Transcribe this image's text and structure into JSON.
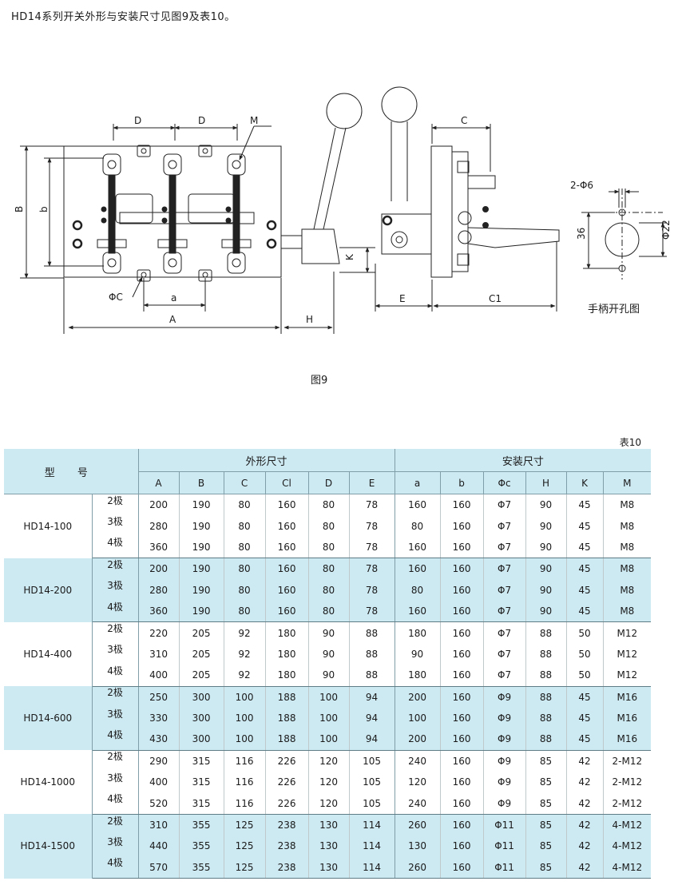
{
  "intro_text": "HD14系列开关外形与安装尺寸见图9及表10。",
  "figure": {
    "caption": "图9",
    "dims": {
      "D1": "D",
      "D2": "D",
      "M": "M",
      "B": "B",
      "b": "b",
      "phiC": "ΦC",
      "a": "a",
      "A": "A",
      "H": "H",
      "K": "K",
      "C": "C",
      "E": "E",
      "C1": "C1"
    },
    "hole_view": {
      "label": "手柄开孔图",
      "dim_holes": "2-Φ6",
      "dim_36": "36",
      "dim_phi22": "Φ22"
    }
  },
  "table": {
    "caption": "表10",
    "model_header": "型 号",
    "group1": "外形尺寸",
    "group2": "安装尺寸",
    "columns": [
      "A",
      "B",
      "C",
      "Cl",
      "D",
      "E",
      "a",
      "b",
      "Φc",
      "H",
      "K",
      "M"
    ],
    "models": [
      {
        "name": "HD14-100",
        "rows": [
          {
            "pole": "2极",
            "values": [
              "200",
              "190",
              "80",
              "160",
              "80",
              "78",
              "160",
              "160",
              "Φ7",
              "90",
              "45",
              "M8"
            ]
          },
          {
            "pole": "3极",
            "values": [
              "280",
              "190",
              "80",
              "160",
              "80",
              "78",
              "80",
              "160",
              "Φ7",
              "90",
              "45",
              "M8"
            ]
          },
          {
            "pole": "4极",
            "values": [
              "360",
              "190",
              "80",
              "160",
              "80",
              "78",
              "160",
              "160",
              "Φ7",
              "90",
              "45",
              "M8"
            ]
          }
        ]
      },
      {
        "name": "HD14-200",
        "rows": [
          {
            "pole": "2极",
            "values": [
              "200",
              "190",
              "80",
              "160",
              "80",
              "78",
              "160",
              "160",
              "Φ7",
              "90",
              "45",
              "M8"
            ]
          },
          {
            "pole": "3极",
            "values": [
              "280",
              "190",
              "80",
              "160",
              "80",
              "78",
              "80",
              "160",
              "Φ7",
              "90",
              "45",
              "M8"
            ]
          },
          {
            "pole": "4极",
            "values": [
              "360",
              "190",
              "80",
              "160",
              "80",
              "78",
              "160",
              "160",
              "Φ7",
              "90",
              "45",
              "M8"
            ]
          }
        ]
      },
      {
        "name": "HD14-400",
        "rows": [
          {
            "pole": "2极",
            "values": [
              "220",
              "205",
              "92",
              "180",
              "90",
              "88",
              "180",
              "160",
              "Φ7",
              "88",
              "50",
              "M12"
            ]
          },
          {
            "pole": "3极",
            "values": [
              "310",
              "205",
              "92",
              "180",
              "90",
              "88",
              "90",
              "160",
              "Φ7",
              "88",
              "50",
              "M12"
            ]
          },
          {
            "pole": "4极",
            "values": [
              "400",
              "205",
              "92",
              "180",
              "90",
              "88",
              "180",
              "160",
              "Φ7",
              "88",
              "50",
              "M12"
            ]
          }
        ]
      },
      {
        "name": "HD14-600",
        "rows": [
          {
            "pole": "2极",
            "values": [
              "250",
              "300",
              "100",
              "188",
              "100",
              "94",
              "200",
              "160",
              "Φ9",
              "88",
              "45",
              "M16"
            ]
          },
          {
            "pole": "3极",
            "values": [
              "330",
              "300",
              "100",
              "188",
              "100",
              "94",
              "100",
              "160",
              "Φ9",
              "88",
              "45",
              "M16"
            ]
          },
          {
            "pole": "4极",
            "values": [
              "430",
              "300",
              "100",
              "188",
              "100",
              "94",
              "200",
              "160",
              "Φ9",
              "88",
              "45",
              "M16"
            ]
          }
        ]
      },
      {
        "name": "HD14-1000",
        "rows": [
          {
            "pole": "2极",
            "values": [
              "290",
              "315",
              "116",
              "226",
              "120",
              "105",
              "240",
              "160",
              "Φ9",
              "85",
              "42",
              "2-M12"
            ]
          },
          {
            "pole": "3极",
            "values": [
              "400",
              "315",
              "116",
              "226",
              "120",
              "105",
              "120",
              "160",
              "Φ9",
              "85",
              "42",
              "2-M12"
            ]
          },
          {
            "pole": "4极",
            "values": [
              "520",
              "315",
              "116",
              "226",
              "120",
              "105",
              "240",
              "160",
              "Φ9",
              "85",
              "42",
              "2-M12"
            ]
          }
        ]
      },
      {
        "name": "HD14-1500",
        "rows": [
          {
            "pole": "2极",
            "values": [
              "310",
              "355",
              "125",
              "238",
              "130",
              "114",
              "260",
              "160",
              "Φ11",
              "85",
              "42",
              "4-M12"
            ]
          },
          {
            "pole": "3极",
            "values": [
              "440",
              "355",
              "125",
              "238",
              "130",
              "114",
              "130",
              "160",
              "Φ11",
              "85",
              "42",
              "4-M12"
            ]
          },
          {
            "pole": "4极",
            "values": [
              "570",
              "355",
              "125",
              "238",
              "130",
              "114",
              "260",
              "160",
              "Φ11",
              "85",
              "42",
              "4-M12"
            ]
          }
        ]
      }
    ]
  }
}
